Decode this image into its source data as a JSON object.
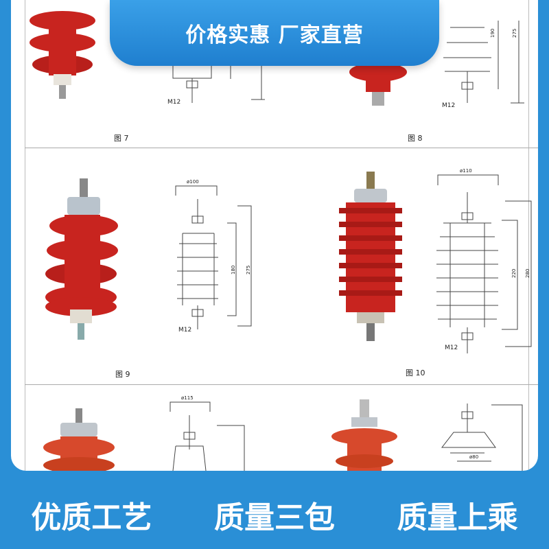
{
  "banner": {
    "text": "价格实惠  厂家直营"
  },
  "figures": {
    "fig7": {
      "caption": "图 7",
      "thread": "M12"
    },
    "fig8": {
      "caption": "图 8",
      "thread": "M12",
      "dim_a": "190",
      "dim_b": "275"
    },
    "fig9": {
      "caption": "图 9",
      "thread": "M12",
      "diameter": "ø100",
      "dim_a": "180",
      "dim_b": "275"
    },
    "fig10": {
      "caption": "图 10",
      "thread": "M12",
      "diameter": "ø110",
      "dim_a": "220",
      "dim_b": "280"
    },
    "fig11": {
      "diameter": "ø115"
    },
    "fig12": {
      "diameter": "ø80"
    }
  },
  "slogans": [
    "优质工艺",
    "质量三包",
    "质量上乘"
  ],
  "colors": {
    "brand_blue": "#2a8fd6",
    "insulator_red": "#c8241f"
  }
}
